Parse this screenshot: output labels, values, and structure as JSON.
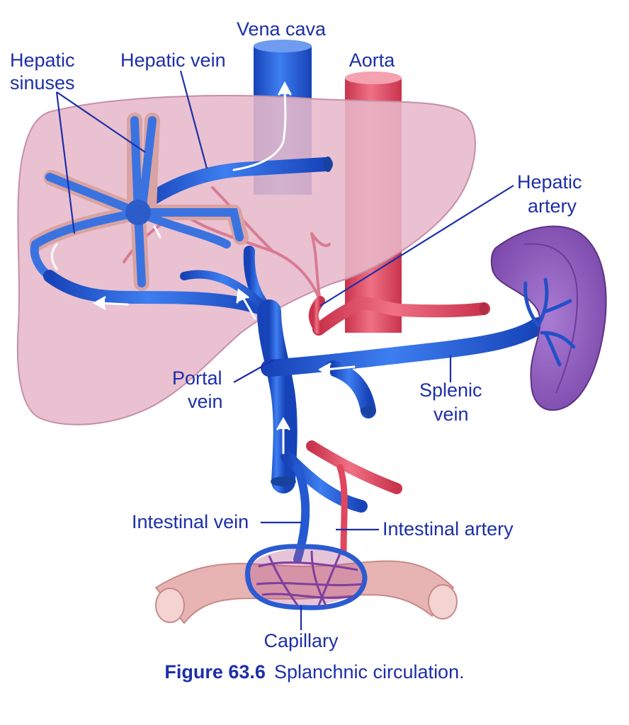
{
  "labels": {
    "vena_cava": "Vena cava",
    "hepatic_vein": "Hepatic vein",
    "hepatic_sinuses_1": "Hepatic",
    "hepatic_sinuses_2": "sinuses",
    "aorta": "Aorta",
    "hepatic_artery_1": "Hepatic",
    "hepatic_artery_2": "artery",
    "portal_vein_1": "Portal",
    "portal_vein_2": "vein",
    "splenic_vein_1": "Splenic",
    "splenic_vein_2": "vein",
    "intestinal_vein": "Intestinal vein",
    "intestinal_artery": "Intestinal artery",
    "capillary": "Capillary"
  },
  "caption": {
    "number": "Figure 63.6",
    "text": "Splanchnic circulation."
  },
  "colors": {
    "vein": "#1f5fd6",
    "artery": "#e0475f",
    "liver": "#e7b8c9",
    "spleen": "#8a56b8",
    "intestine": "#e7b3b3",
    "label": "#1d2fa8"
  }
}
